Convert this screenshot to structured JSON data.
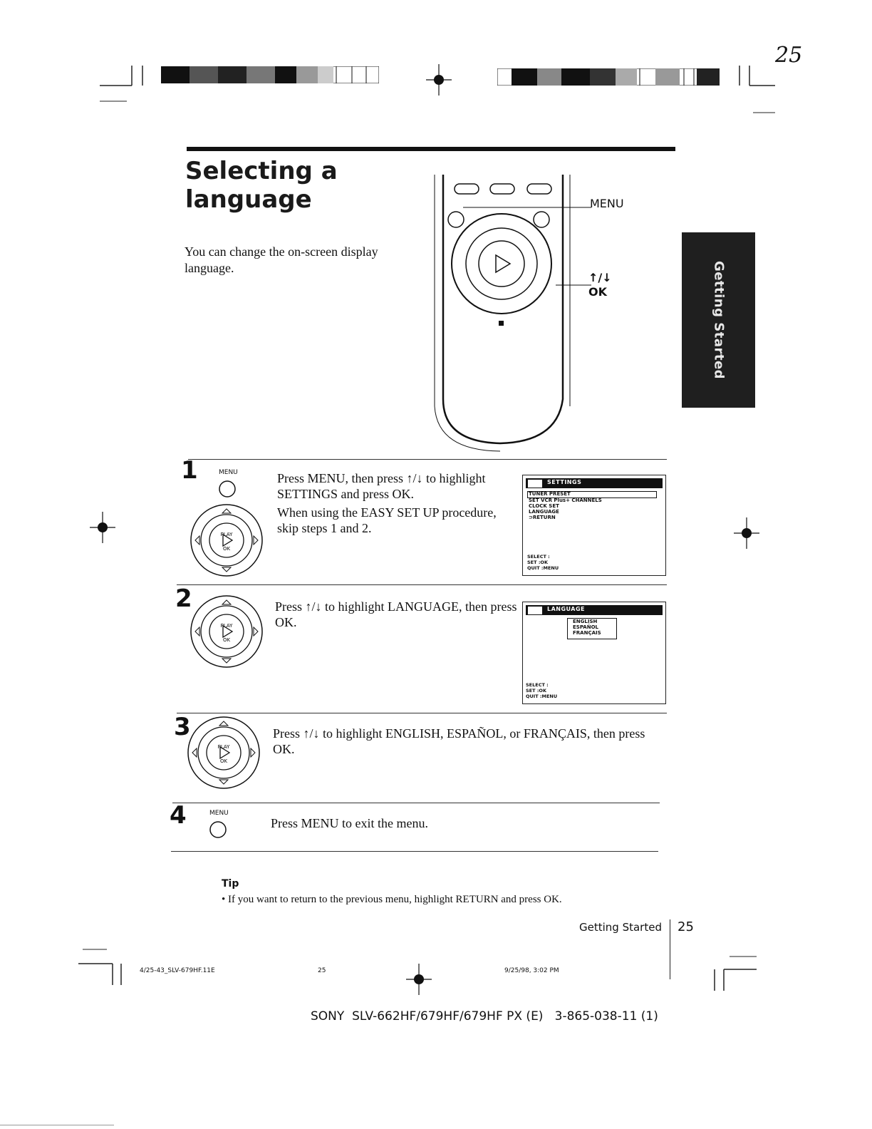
{
  "page_mark": "25",
  "title_line1": "Selecting a",
  "title_line2": "language",
  "intro": "You can change the on-screen display language.",
  "remote_labels": {
    "menu": "MENU",
    "arrows": "↑/↓",
    "ok": "OK"
  },
  "side_tab": "Getting Started",
  "steps": [
    {
      "num": "1",
      "key": "MENU",
      "text_a": "Press MENU, then press ↑/↓ to highlight SETTINGS and press OK.",
      "text_b": "When using the EASY SET UP procedure, skip steps 1 and 2."
    },
    {
      "num": "2",
      "text_a": "Press ↑/↓ to highlight LANGUAGE, then press OK."
    },
    {
      "num": "3",
      "text_a": "Press ↑/↓ to highlight ENGLISH, ESPAÑOL, or FRANÇAIS, then press OK."
    },
    {
      "num": "4",
      "key": "MENU",
      "text_a": "Press MENU to exit the menu."
    }
  ],
  "osd1": {
    "title": "SETTINGS",
    "items": [
      "TUNER PRESET",
      "SET VCR Plus+ CHANNELS",
      "CLOCK SET",
      "LANGUAGE",
      "⊃RETURN"
    ],
    "footer": [
      "SELECT :",
      "SET :OK",
      "QUIT :MENU"
    ]
  },
  "osd2": {
    "title": "LANGUAGE",
    "items": [
      "ENGLISH",
      "ESPAÑOL",
      "FRANÇAIS"
    ],
    "footer": [
      "SELECT :",
      "SET :OK",
      "QUIT :MENU"
    ]
  },
  "tip_title": "Tip",
  "tip_text": "• If you want to return to the previous menu, highlight RETURN and press OK.",
  "footer_section": "Getting Started",
  "footer_page": "25",
  "print_file": "4/25-43_SLV-679HF.11E",
  "print_page": "25",
  "print_date": "9/25/98, 3:02 PM",
  "model_line": "SONY  SLV-662HF/679HF/679HF PX (E)   3-865-038-11 (1)"
}
